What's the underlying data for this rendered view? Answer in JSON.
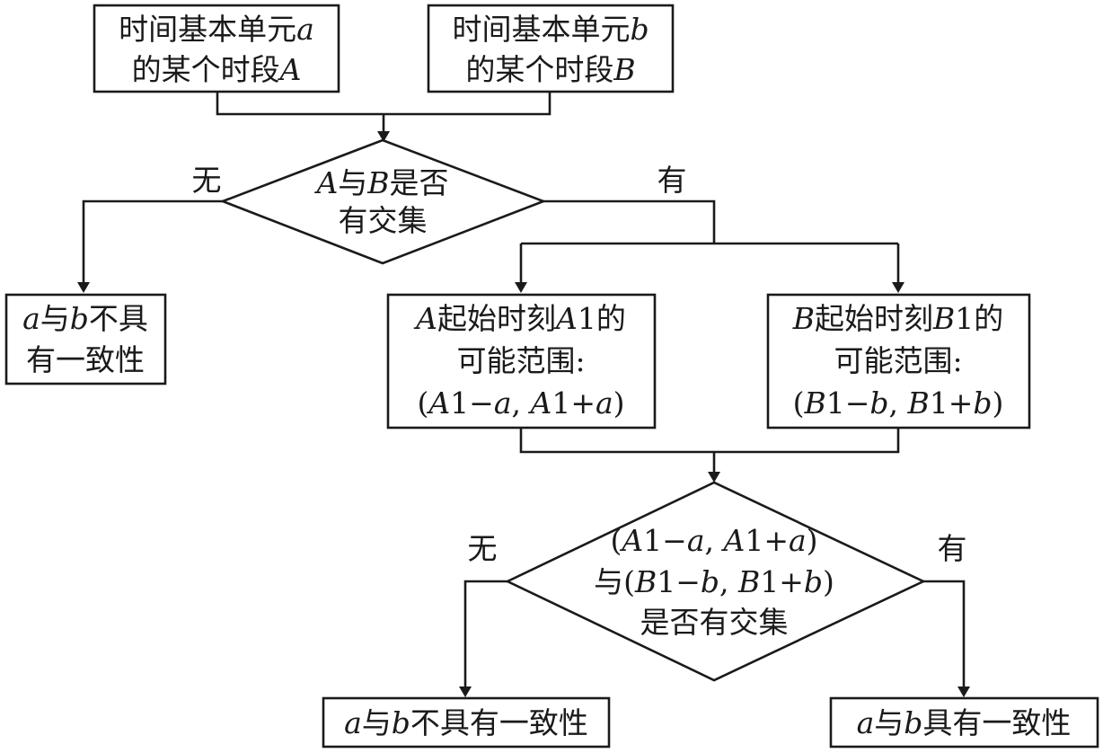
{
  "nodes": {
    "unit_a": {
      "line1": [
        "时间基本单元",
        "a"
      ],
      "line2": [
        "的某个时段",
        "A"
      ]
    },
    "unit_b": {
      "line1": [
        "时间基本单元",
        "b"
      ],
      "line2": [
        "的某个时段",
        "B"
      ]
    },
    "decision1": {
      "line1": [
        "A",
        "与",
        "B",
        "是否"
      ],
      "line2": "有交集"
    },
    "result_no_1": {
      "line1": [
        "a",
        "与",
        "b",
        "不具"
      ],
      "line2": "有一致性"
    },
    "range_a": {
      "line1": [
        "A",
        "起始时刻",
        "A",
        "1的"
      ],
      "line2": "可能范围:",
      "line3": [
        "(",
        "A",
        "1−",
        "a",
        ", ",
        "A",
        "1+",
        "a",
        ")"
      ]
    },
    "range_b": {
      "line1": [
        "B",
        "起始时刻",
        "B",
        "1的"
      ],
      "line2": "可能范围:",
      "line3": [
        "(",
        "B",
        "1−",
        "b",
        ", ",
        "B",
        "1+",
        "b",
        ")"
      ]
    },
    "decision2": {
      "line1": [
        "(",
        "A",
        "1−",
        "a",
        ", ",
        "A",
        "1+",
        "a",
        ")"
      ],
      "line2": [
        "与(",
        "B",
        "1−",
        "b",
        ", ",
        "B",
        "1+",
        "b",
        ")"
      ],
      "line3": "是否有交集"
    },
    "result_no_2": [
      "a",
      "与",
      "b",
      "不具有一致性"
    ],
    "result_yes": [
      "a",
      "与",
      "b",
      "具有一致性"
    ]
  },
  "edges": {
    "d1_no": "无",
    "d1_yes": "有",
    "d2_no": "无",
    "d2_yes": "有"
  }
}
